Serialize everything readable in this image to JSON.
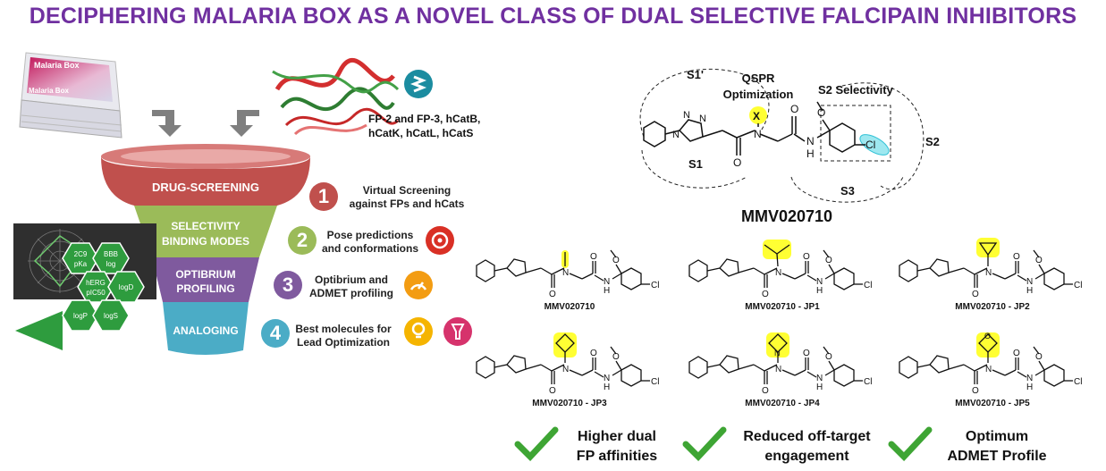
{
  "title": "DECIPHERING MALARIA BOX AS A NOVEL CLASS OF DUAL SELECTIVE FALCIPAIN INHIBITORS",
  "box_label": "Malaria Box",
  "box_label_2": "Malaria Box",
  "targets_line1": "FP-2 and FP-3, hCatB,",
  "targets_line2": "hCatK, hCatL, hCatS",
  "funnel": {
    "stages": [
      "DRUG-SCREENING",
      "SELECTIVITY",
      "BINDING MODES",
      "OPTIBRIUM",
      "PROFILING",
      "ANALOGING"
    ]
  },
  "steps": [
    {
      "num": "1",
      "line1": "Virtual Screening",
      "line2": "against FPs and hCats"
    },
    {
      "num": "2",
      "line1": "Pose predictions",
      "line2": "and conformations"
    },
    {
      "num": "3",
      "line1": "Optibrium and",
      "line2": "ADMET profiling"
    },
    {
      "num": "4",
      "line1": "Best molecules for",
      "line2": "Lead Optimization"
    }
  ],
  "hexes": [
    "2C9",
    "pKa",
    "BBB",
    "log",
    "hERG",
    "pIC50",
    "logD",
    "logP",
    "logS"
  ],
  "main_molecule": {
    "name": "MMV020710",
    "pocket_s1p": "S1'",
    "pocket_s1": "S1",
    "pocket_s2": "S2",
    "pocket_s3": "S3",
    "qspr_line1": "QSPR",
    "qspr_line2": "Optimization",
    "s2_selectivity": "S2 Selectivity",
    "x_atom": "X"
  },
  "atoms": {
    "N": "N",
    "O": "O",
    "H": "H",
    "Cl": "Cl"
  },
  "molecules": [
    {
      "label": "MMV020710",
      "substituent": "methyl"
    },
    {
      "label": "MMV020710 - JP1",
      "substituent": "isopropyl"
    },
    {
      "label": "MMV020710 - JP2",
      "substituent": "cyclopropyl"
    },
    {
      "label": "MMV020710 - JP3",
      "substituent": "cyclobutyl"
    },
    {
      "label": "MMV020710 - JP4",
      "substituent": "azetidinyl"
    },
    {
      "label": "MMV020710 - JP5",
      "substituent": "oxetanyl"
    }
  ],
  "benefits": [
    {
      "line1": "Higher dual",
      "line2": "FP affinities"
    },
    {
      "line1": "Reduced off-target",
      "line2": "engagement"
    },
    {
      "line1": "Optimum",
      "line2": "ADMET Profile"
    }
  ],
  "colors": {
    "title": "#7030a0",
    "stage1": "#c0504d",
    "stage2": "#9bbb59",
    "stage3": "#7f5a9e",
    "stage4": "#4bacc6",
    "highlight": "#ffff33",
    "check": "#3ea534",
    "hex": "#2e9c3e"
  }
}
